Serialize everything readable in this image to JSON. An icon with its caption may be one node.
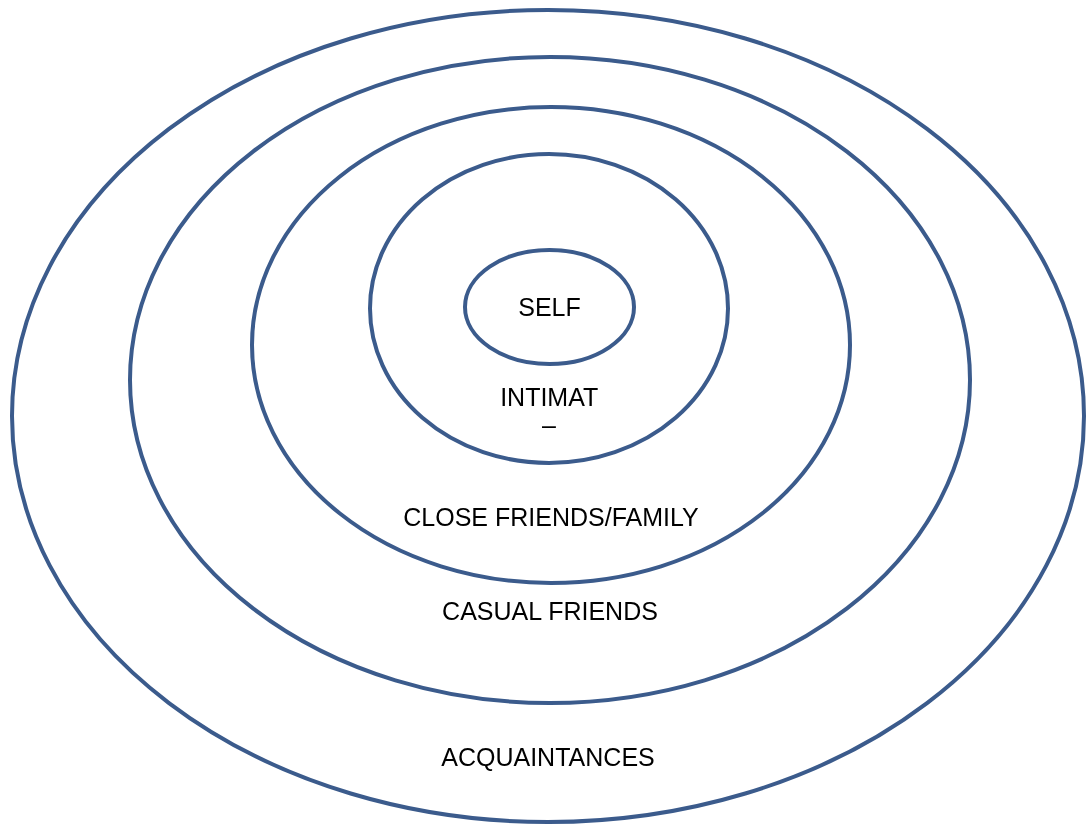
{
  "diagram": {
    "nodes": [
      {
        "text": [
          "ACQUAINTANCES"
        ]
      },
      {
        "text": [
          "CASUAL FRIENDS"
        ],
        "in": 0
      },
      {
        "text": [
          "CLOSE FRIENDS/FAMILY"
        ],
        "in": 1
      },
      {
        "text": [
          "INTIMAT –"
        ],
        "in": 2
      },
      {
        "text": [
          "SELF"
        ],
        "in": 3
      }
    ]
  }
}
